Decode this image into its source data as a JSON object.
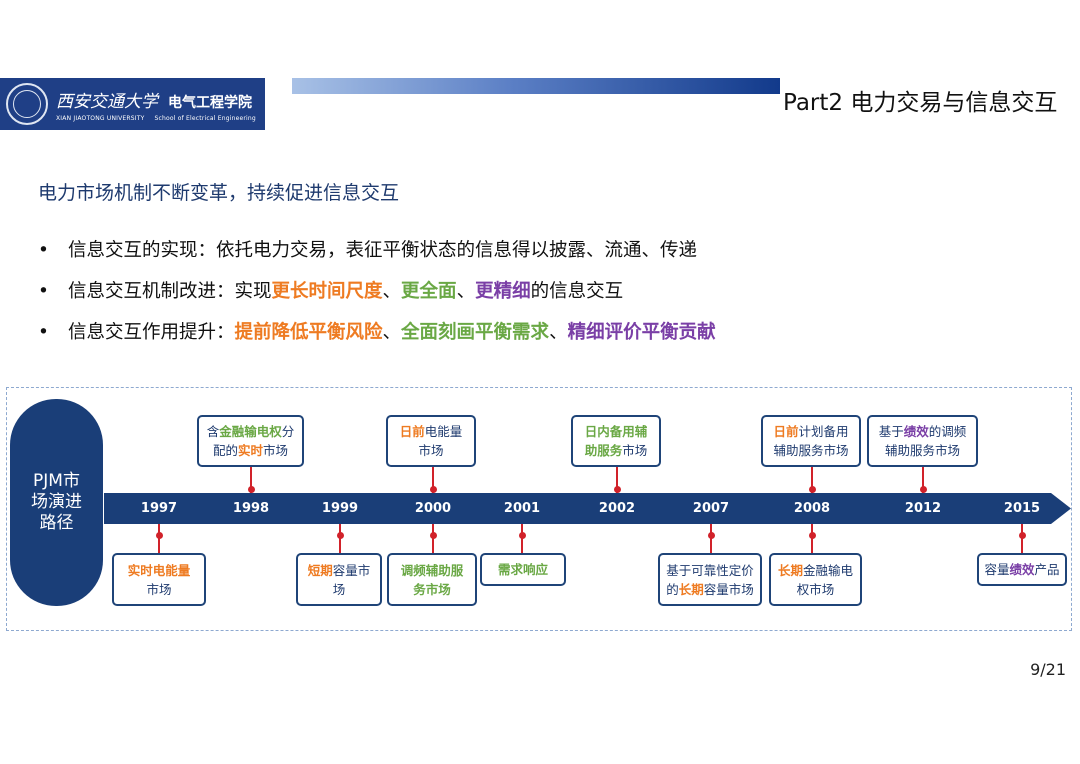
{
  "header": {
    "university_cn": "西安交通大学",
    "school_cn": "电气工程学院",
    "university_en": "XIAN JIAOTONG UNIVERSITY",
    "school_en": "School of Electrical Engineering",
    "part_title": "Part2 电力交易与信息交互",
    "bar_color": "#123a8b"
  },
  "section_title": "电力市场机制不断变革，持续促进信息交互",
  "bullets": [
    {
      "bullet": "•",
      "parts": [
        {
          "text": "信息交互的实现：依托电力交易，表征平衡状态的信息得以披露、流通、传递",
          "color": ""
        }
      ]
    },
    {
      "bullet": "•",
      "parts": [
        {
          "text": "信息交互机制改进：实现",
          "color": ""
        },
        {
          "text": "更长时间尺度",
          "color": "#ee7b22"
        },
        {
          "text": "、",
          "color": ""
        },
        {
          "text": "更全面",
          "color": "#6aa845"
        },
        {
          "text": "、",
          "color": ""
        },
        {
          "text": "更精细",
          "color": "#7a3fa6"
        },
        {
          "text": "的信息交互",
          "color": ""
        }
      ]
    },
    {
      "bullet": "•",
      "parts": [
        {
          "text": "信息交互作用提升：",
          "color": ""
        },
        {
          "text": "提前降低平衡风险",
          "color": "#ee7b22"
        },
        {
          "text": "、",
          "color": ""
        },
        {
          "text": "全面刻画平衡需求",
          "color": "#6aa845"
        },
        {
          "text": "、",
          "color": ""
        },
        {
          "text": "精细评价平衡贡献",
          "color": "#7a3fa6"
        }
      ]
    }
  ],
  "timeline": {
    "label": "PJM市\n场演进\n路径",
    "years": [
      "1997",
      "1998",
      "1999",
      "2000",
      "2001",
      "2002",
      "2007",
      "2008",
      "2012",
      "2015"
    ],
    "events_above": [
      {
        "year": "1998",
        "lines": [
          [
            {
              "t": "含",
              "c": ""
            },
            {
              "t": "金融输电权",
              "c": "#6aa845"
            },
            {
              "t": "分",
              "c": ""
            }
          ],
          [
            {
              "t": "配的",
              "c": ""
            },
            {
              "t": "实时",
              "c": "#ee7b22"
            },
            {
              "t": "市场",
              "c": ""
            }
          ]
        ]
      },
      {
        "year": "2000",
        "lines": [
          [
            {
              "t": "日前",
              "c": "#ee7b22"
            },
            {
              "t": "电能量",
              "c": ""
            }
          ],
          [
            {
              "t": "市场",
              "c": ""
            }
          ]
        ]
      },
      {
        "year": "2002",
        "lines": [
          [
            {
              "t": "日内备用辅",
              "c": "#6aa845"
            }
          ],
          [
            {
              "t": "助服务",
              "c": "#6aa845"
            },
            {
              "t": "市场",
              "c": ""
            }
          ]
        ]
      },
      {
        "year": "2008",
        "lines": [
          [
            {
              "t": "日前",
              "c": "#ee7b22"
            },
            {
              "t": "计划备用",
              "c": ""
            }
          ],
          [
            {
              "t": "辅助服务市场",
              "c": ""
            }
          ]
        ]
      },
      {
        "year": "2012",
        "lines": [
          [
            {
              "t": "基于",
              "c": ""
            },
            {
              "t": "绩效",
              "c": "#7a3fa6"
            },
            {
              "t": "的调频",
              "c": ""
            }
          ],
          [
            {
              "t": "辅助服务市场",
              "c": ""
            }
          ]
        ]
      }
    ],
    "events_below": [
      {
        "year": "1997",
        "lines": [
          [
            {
              "t": "实时电能量",
              "c": "#ee7b22"
            }
          ],
          [
            {
              "t": "市场",
              "c": ""
            }
          ]
        ]
      },
      {
        "year": "1999",
        "lines": [
          [
            {
              "t": "短期",
              "c": "#ee7b22"
            },
            {
              "t": "容量市",
              "c": ""
            }
          ],
          [
            {
              "t": "场",
              "c": ""
            }
          ]
        ]
      },
      {
        "year": "2000",
        "lines": [
          [
            {
              "t": "调频辅助服",
              "c": "#6aa845"
            }
          ],
          [
            {
              "t": "务市场",
              "c": "#6aa845"
            }
          ]
        ]
      },
      {
        "year": "2001",
        "lines": [
          [
            {
              "t": "需求响应",
              "c": "#6aa845"
            }
          ]
        ]
      },
      {
        "year": "2007",
        "lines": [
          [
            {
              "t": "基于可靠性定价",
              "c": ""
            }
          ],
          [
            {
              "t": "的",
              "c": ""
            },
            {
              "t": "长期",
              "c": "#ee7b22"
            },
            {
              "t": "容量市场",
              "c": ""
            }
          ]
        ]
      },
      {
        "year": "2008",
        "lines": [
          [
            {
              "t": "长期",
              "c": "#ee7b22"
            },
            {
              "t": "金融输电",
              "c": ""
            }
          ],
          [
            {
              "t": "权市场",
              "c": ""
            }
          ]
        ]
      },
      {
        "year": "2015",
        "lines": [
          [
            {
              "t": "容量",
              "c": ""
            },
            {
              "t": "绩效",
              "c": "#7a3fa6"
            },
            {
              "t": "产品",
              "c": ""
            }
          ]
        ]
      }
    ]
  },
  "page_number": "9/21"
}
